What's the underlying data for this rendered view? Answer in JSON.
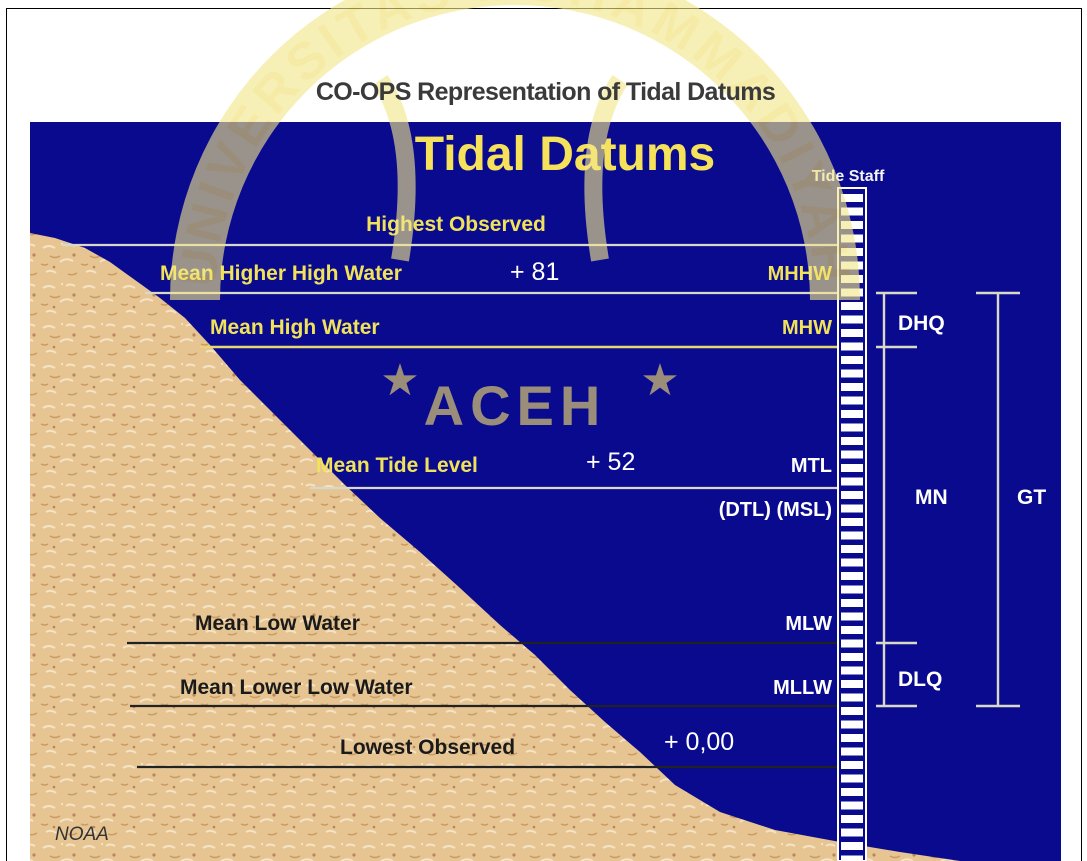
{
  "header_title": "CO-OPS Representation of Tidal Datums",
  "panel_title": "Tidal Datums",
  "tide_staff_label": "Tide Staff",
  "credit": "NOAA",
  "watermark": {
    "arc_text": "UNIVERSITAS MUHAMMADIYAH",
    "bottom_text": "ACEH"
  },
  "datums": [
    {
      "name": "Highest Observed",
      "abbr": ""
    },
    {
      "name": "Mean Higher High Water",
      "abbr": "MHHW",
      "elevation": "+ 81"
    },
    {
      "name": "Mean High Water",
      "abbr": "MHW"
    },
    {
      "name": "Mean Tide Level",
      "abbr": "MTL",
      "abbr2": "(DTL) (MSL)",
      "elevation": "+ 52"
    },
    {
      "name": "Mean Low Water",
      "abbr": "MLW"
    },
    {
      "name": "Mean Lower Low Water",
      "abbr": "MLLW"
    },
    {
      "name": "Lowest Observed",
      "abbr": "",
      "elevation": "+ 0,00"
    }
  ],
  "ranges": {
    "dhq": "DHQ",
    "mn": "MN",
    "dlq": "DLQ",
    "gt": "GT"
  },
  "colors": {
    "water": "#0a0a8f",
    "sand": "#e8c79a",
    "label_yellow": "#f0e35a",
    "line_yellow": "#e6d870",
    "white": "#ffffff",
    "black": "#111111"
  }
}
